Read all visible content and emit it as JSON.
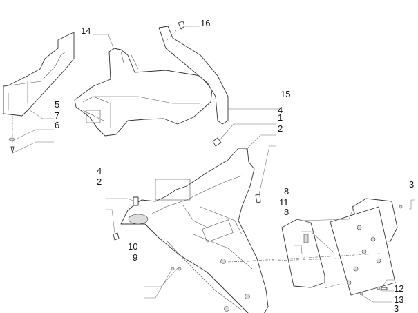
{
  "diagram": {
    "callouts": [
      {
        "id": "c14",
        "number": "14"
      },
      {
        "id": "c16",
        "number": "16"
      },
      {
        "id": "c15",
        "number": "15"
      },
      {
        "id": "c5",
        "number": "5"
      },
      {
        "id": "c7",
        "number": "7"
      },
      {
        "id": "c6",
        "number": "6"
      },
      {
        "id": "c4a",
        "number": "4"
      },
      {
        "id": "c1",
        "number": "1"
      },
      {
        "id": "c2a",
        "number": "2"
      },
      {
        "id": "c4b",
        "number": "4"
      },
      {
        "id": "c2b",
        "number": "2"
      },
      {
        "id": "c3a",
        "number": "3"
      },
      {
        "id": "c8a",
        "number": "8"
      },
      {
        "id": "c11",
        "number": "11"
      },
      {
        "id": "c8b",
        "number": "8"
      },
      {
        "id": "c10",
        "number": "10"
      },
      {
        "id": "c9",
        "number": "9"
      },
      {
        "id": "c12",
        "number": "12"
      },
      {
        "id": "c13",
        "number": "13"
      },
      {
        "id": "c3b",
        "number": "3"
      }
    ]
  }
}
